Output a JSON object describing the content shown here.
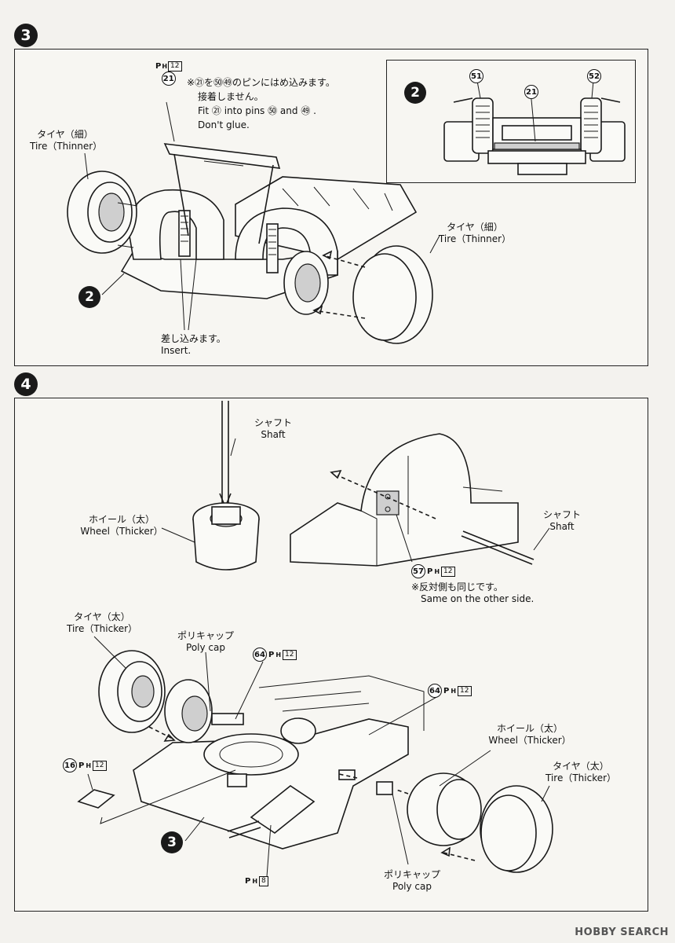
{
  "step3": {
    "number": "3",
    "note": {
      "line1": "※㉑を㊿㊾のピンにはめ込みます。",
      "line2": "接着しません。",
      "line3": "Fit ㉑ into pins ㊿ and ㊾ .",
      "line4": "Don't glue."
    },
    "part21": {
      "num": "21",
      "sprue": "P",
      "sprue_sub": "H",
      "sprue_box": "12"
    },
    "tire_thinner_left": {
      "jp": "タイヤ（細）",
      "en": "Tire（Thinner）"
    },
    "tire_thinner_right": {
      "jp": "タイヤ（細）",
      "en": "Tire（Thinner）"
    },
    "insert": {
      "jp": "差し込みます。",
      "en": "Insert."
    },
    "ref_step": "2",
    "inset": {
      "ref_step": "2",
      "part51": "51",
      "part21": "21",
      "part52": "52"
    }
  },
  "step4": {
    "number": "4",
    "shaft_top": {
      "jp": "シャフト",
      "en": "Shaft"
    },
    "wheel_thicker_top": {
      "jp": "ホイール（太）",
      "en": "Wheel（Thicker）"
    },
    "shaft_right": {
      "jp": "シャフト",
      "en": "Shaft"
    },
    "part57": {
      "num": "57",
      "sprue": "P",
      "sprue_sub": "H",
      "sprue_box": "12"
    },
    "same_side": {
      "jp": "※反対側も同じです。",
      "en": "Same on the other side."
    },
    "tire_thicker_left": {
      "jp": "タイヤ（太）",
      "en": "Tire（Thicker）"
    },
    "polycap_top": {
      "jp": "ポリキャップ",
      "en": "Poly cap"
    },
    "part64a": {
      "num": "64",
      "sprue": "P",
      "sprue_sub": "H",
      "sprue_box": "12"
    },
    "part64b": {
      "num": "64",
      "sprue": "P",
      "sprue_sub": "H",
      "sprue_box": "12"
    },
    "part16": {
      "num": "16",
      "sprue": "P",
      "sprue_sub": "H",
      "sprue_box": "12"
    },
    "wheel_thicker_right": {
      "jp": "ホイール（太）",
      "en": "Wheel（Thicker）"
    },
    "tire_thicker_right": {
      "jp": "タイヤ（太）",
      "en": "Tire（Thicker）"
    },
    "ref_step": "3",
    "polycap_bottom": {
      "jp": "ポリキャップ",
      "en": "Poly cap"
    },
    "part_h8": {
      "sprue": "P",
      "sprue_sub": "H",
      "sprue_box": "8"
    }
  },
  "watermark": "HOBBY SEARCH"
}
